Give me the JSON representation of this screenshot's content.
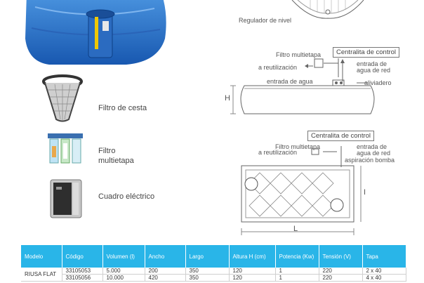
{
  "labels": {
    "regulador": "Regulador de nivel",
    "filtro_cesta": "Filtro de cesta",
    "filtro_multi_line1": "Filtro",
    "filtro_multi_line2": "multietapa",
    "cuadro": "Cuadro eléctrico"
  },
  "diagram_top": {
    "filtro_multietapa": "Filtro multietapa",
    "centralita": "Centralita de control",
    "reutilizacion": "a reutilización",
    "entrada_red_1": "entrada de",
    "entrada_red_2": "agua de red",
    "entrada_agua": "entrada de agua",
    "aliviadero": "aliviadero",
    "h": "H"
  },
  "diagram_bottom": {
    "centralita": "Centralita de control",
    "filtro_multietapa": "Filtro multietapa",
    "reutilizacion": "a reutilización",
    "entrada_red_1": "entrada de",
    "entrada_red_2": "agua de red",
    "aspiracion": "aspiración bomba",
    "l": "L",
    "i": "I"
  },
  "table": {
    "headers": [
      "Modelo",
      "Código",
      "Volumen (l)",
      "Ancho",
      "Largo",
      "Altura H (cm)",
      "Potencia (Kw)",
      "Tensión (V)",
      "Tapa"
    ],
    "model": "RIUSA FLAT",
    "rows": [
      [
        "33105053",
        "5.000",
        "200",
        "350",
        "120",
        "1",
        "220",
        "2 x 40"
      ],
      [
        "33105056",
        "10.000",
        "420",
        "350",
        "120",
        "1",
        "220",
        "4 x 40"
      ]
    ]
  },
  "colors": {
    "tank_blue": "#1e6ec8",
    "header_blue": "#29b5e8"
  }
}
